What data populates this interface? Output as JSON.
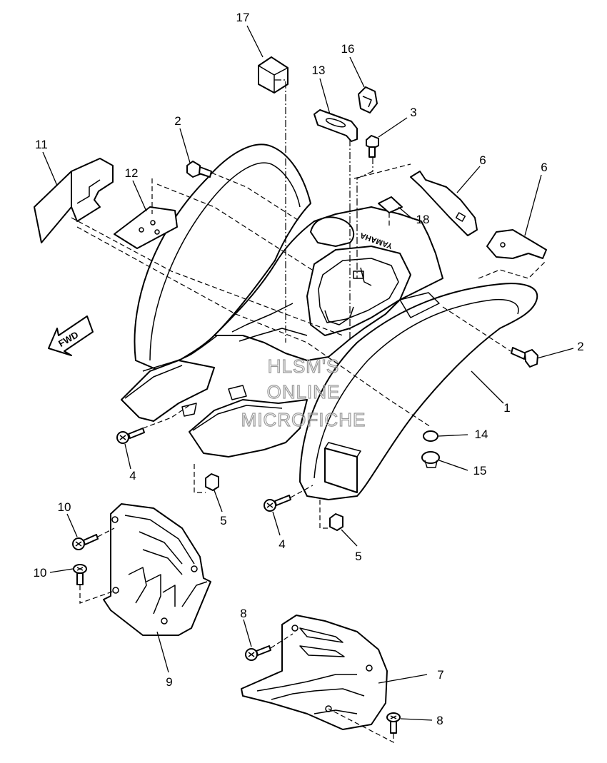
{
  "callouts": [
    {
      "id": "callout-17a",
      "label": "17"
    },
    {
      "id": "callout-16",
      "label": "16"
    },
    {
      "id": "callout-13",
      "label": "13"
    },
    {
      "id": "callout-3",
      "label": "3"
    },
    {
      "id": "callout-2a",
      "label": "2"
    },
    {
      "id": "callout-11",
      "label": "11"
    },
    {
      "id": "callout-12",
      "label": "12"
    },
    {
      "id": "callout-6a",
      "label": "6"
    },
    {
      "id": "callout-6b",
      "label": "6"
    },
    {
      "id": "callout-18",
      "label": "18"
    },
    {
      "id": "callout-2b",
      "label": "2"
    },
    {
      "id": "callout-1",
      "label": "1"
    },
    {
      "id": "callout-14",
      "label": "14"
    },
    {
      "id": "callout-15",
      "label": "15"
    },
    {
      "id": "callout-4a",
      "label": "4"
    },
    {
      "id": "callout-5a",
      "label": "5"
    },
    {
      "id": "callout-4b",
      "label": "4"
    },
    {
      "id": "callout-5b",
      "label": "5"
    },
    {
      "id": "callout-10a",
      "label": "10"
    },
    {
      "id": "callout-10b",
      "label": "10"
    },
    {
      "id": "callout-9",
      "label": "9"
    },
    {
      "id": "callout-8a",
      "label": "8"
    },
    {
      "id": "callout-7",
      "label": "7"
    },
    {
      "id": "callout-8b",
      "label": "8"
    }
  ],
  "direction_arrow": {
    "label": "FWD"
  },
  "brand_mark": {
    "label": "YAMAHA"
  },
  "watermark": {
    "line1": "HLSM'S",
    "line2": "ONLINE",
    "line3": "MICROFICHE"
  }
}
